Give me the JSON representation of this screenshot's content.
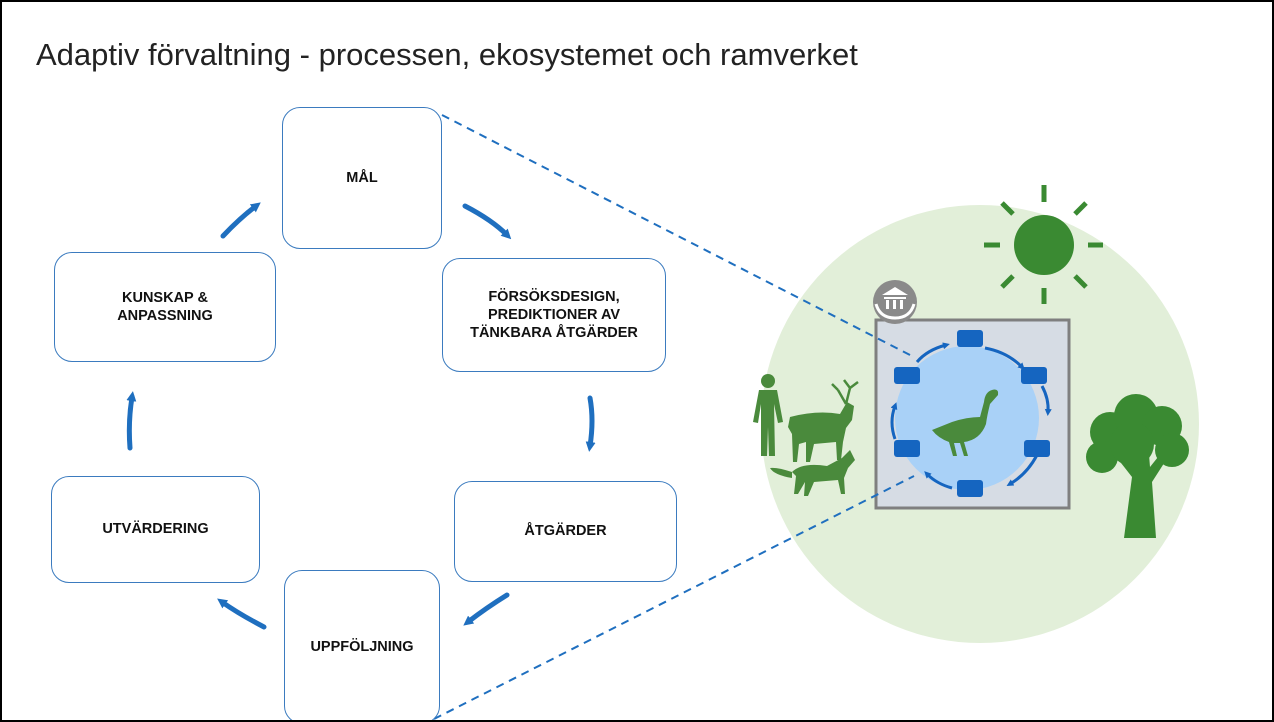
{
  "title": "Adaptiv förvaltning - processen, ekosystemet och ramverket",
  "steps": {
    "mal": "MÅL",
    "forsoksdesign": "FÖRSÖKSDESIGN,\nPREDIKTIONER AV\nTÄNKBARA ÅTGÄRDER",
    "atgarder": "ÅTGÄRDER",
    "uppfoljning": "UPPFÖLJNING",
    "utvardering": "UTVÄRDERING",
    "kunskap": "KUNSKAP &\nANPASSNING"
  },
  "colors": {
    "arrow": "#1f6fbf",
    "box_border": "#3b7bbf",
    "ecosystem_circle": "#e2efd9",
    "framework_rect": "#d6dce4",
    "cycle_circle": "#a9d1f7",
    "cycle_node": "#1565c0",
    "nature_green": "#3a8a32",
    "institution_icon": "#8a8a8a"
  },
  "icons": [
    "sun-icon",
    "tree-icon",
    "goose-icon",
    "human-icon",
    "deer-icon",
    "fox-icon",
    "institution-hands-icon"
  ]
}
